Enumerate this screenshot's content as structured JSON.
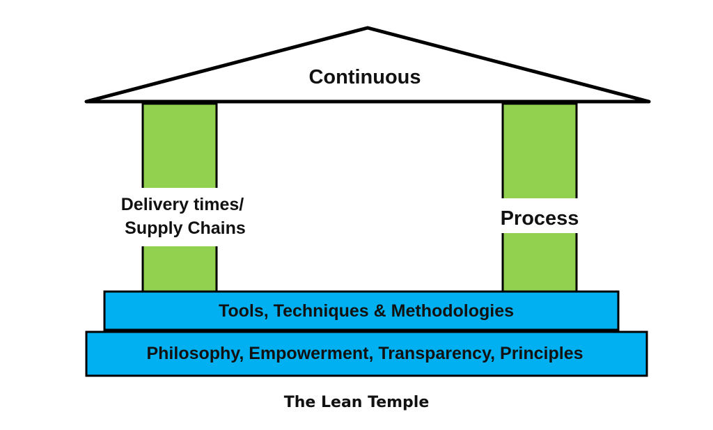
{
  "roof": {
    "label": "Continuous"
  },
  "pillars": {
    "left": {
      "label_line1": "Delivery times/",
      "label_line2": "Supply Chains"
    },
    "right": {
      "label": "Process"
    }
  },
  "foundation": {
    "upper_step": "Tools, Techniques & Methodologies",
    "lower_step": "Philosophy, Empowerment, Transparency, Principles"
  },
  "caption": "The Lean Temple",
  "colors": {
    "pillar_fill": "#92d050",
    "foundation_fill": "#00b0f0",
    "outline": "#000000",
    "roof_fill": "#ffffff"
  }
}
